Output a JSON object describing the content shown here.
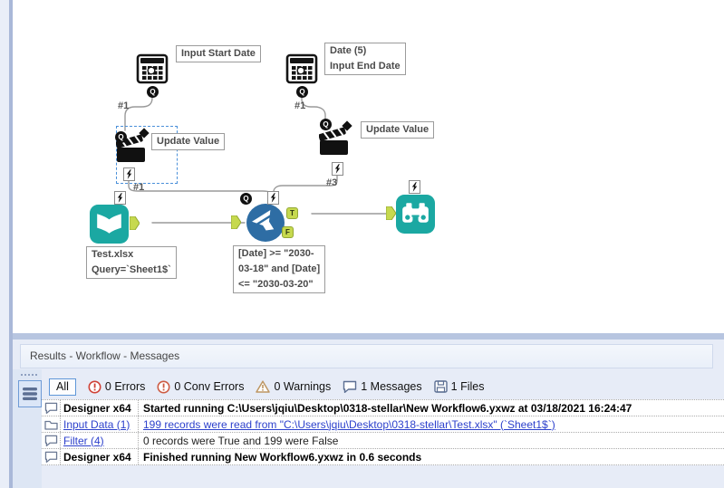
{
  "canvas": {
    "annotations": {
      "input_start_date": "Input Start Date",
      "input_end_date": "Date (5)\nInput End Date",
      "update_value_left": "Update Value",
      "update_value_right": "Update Value",
      "input_data": "Test.xlsx\nQuery=`Sheet1$`",
      "filter": "[Date] >= \"2030-\n03-18\" and [Date]\n<= \"2030-03-20\""
    },
    "connection_labels": {
      "start_date_to_action": "#1",
      "end_date_to_action": "#1",
      "action_left_to_filter": "#1",
      "action_right_to_filter": "#3"
    },
    "anchors": {
      "q": "Q",
      "t": "T",
      "f": "F"
    }
  },
  "results": {
    "title": "Results - Workflow - Messages",
    "toolbar": {
      "all": "All",
      "errors": "0 Errors",
      "conv_errors": "0 Conv Errors",
      "warnings": "0 Warnings",
      "messages": "1 Messages",
      "files": "1 Files"
    },
    "rows": [
      {
        "tool": "Designer x64",
        "message": "Started running C:\\Users\\jqiu\\Desktop\\0318-stellar\\New Workflow6.yxwz at 03/18/2021 16:24:47"
      },
      {
        "tool": "Input Data (1)",
        "message": "199 records were read from \"C:\\Users\\jqiu\\Desktop\\0318-stellar\\Test.xlsx\" (`Sheet1$`)"
      },
      {
        "tool": "Filter (4)",
        "message": "0 records were True and 199 were False"
      },
      {
        "tool": "Designer x64",
        "message": "Finished running New Workflow6.yxwz in 0.6 seconds"
      }
    ]
  },
  "colors": {
    "tool_teal": "#1BA8A2",
    "filter_blue": "#2E6DA4",
    "anchor_green": "#C6D94E",
    "link_blue": "#2D41CC",
    "selection_blue": "#4A90D9",
    "error_red": "#CF4136",
    "warning_tan": "#BD9663"
  }
}
